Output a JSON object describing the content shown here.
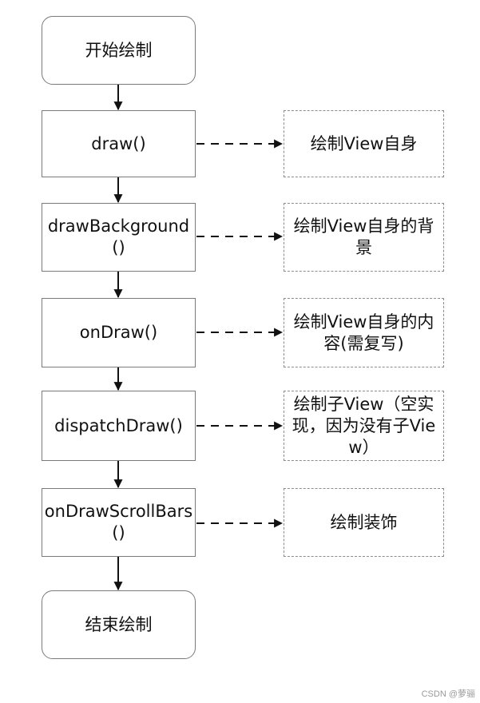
{
  "nodes": {
    "start": "开始绘制",
    "draw": "draw()",
    "draw_background": "drawBackground()",
    "on_draw": "onDraw()",
    "dispatch_draw": "dispatchDraw()",
    "on_draw_scroll_bars": "onDrawScrollBars()",
    "end": "结束绘制"
  },
  "notes": {
    "draw": "绘制View自身",
    "draw_background": "绘制View自身的背景",
    "on_draw": "绘制View自身的内容(需复写)",
    "dispatch_draw": "绘制子View（空实现，因为没有子View）",
    "on_draw_scroll_bars": "绘制装饰"
  },
  "watermark": "CSDN @萝骊",
  "colors": {
    "box_border": "#7a7a7a",
    "note_border": "#8c8c8c",
    "arrow": "#111111"
  }
}
